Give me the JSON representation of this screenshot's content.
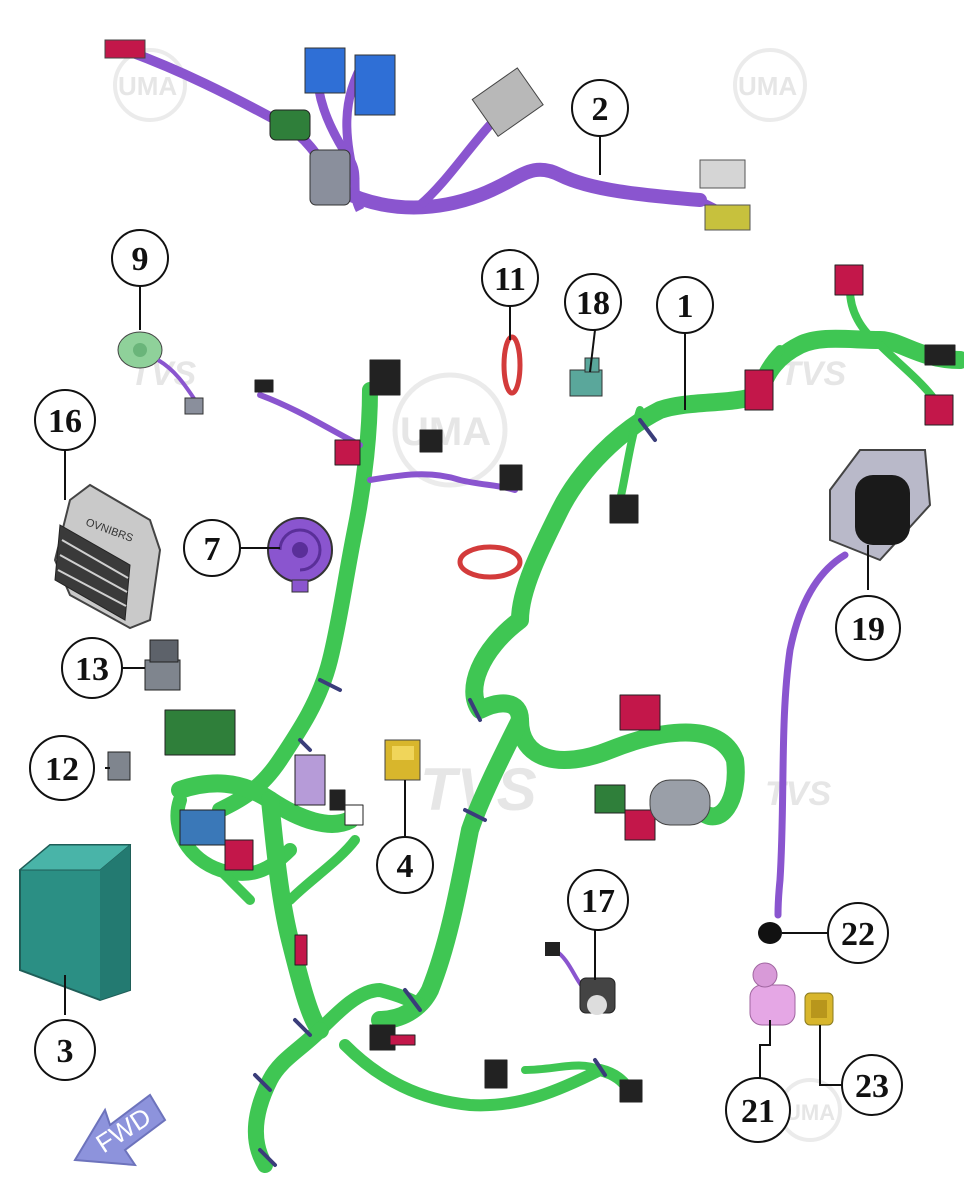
{
  "diagram": {
    "callouts": [
      {
        "id": "c1",
        "label": "1"
      },
      {
        "id": "c2",
        "label": "2"
      },
      {
        "id": "c3",
        "label": "3"
      },
      {
        "id": "c4",
        "label": "4"
      },
      {
        "id": "c7",
        "label": "7"
      },
      {
        "id": "c9",
        "label": "9"
      },
      {
        "id": "c11",
        "label": "11"
      },
      {
        "id": "c12",
        "label": "12"
      },
      {
        "id": "c13",
        "label": "13"
      },
      {
        "id": "c16",
        "label": "16"
      },
      {
        "id": "c17",
        "label": "17"
      },
      {
        "id": "c18",
        "label": "18"
      },
      {
        "id": "c19",
        "label": "19"
      },
      {
        "id": "c21",
        "label": "21"
      },
      {
        "id": "c22",
        "label": "22"
      },
      {
        "id": "c23",
        "label": "23"
      }
    ],
    "direction_label": "FWD",
    "ecu_marking": "OVNIBRS",
    "watermarks": [
      "UMA",
      "TVS"
    ]
  },
  "colors": {
    "main_harness": "#3fc653",
    "sub_harness": "#8a55cf",
    "battery": "#2b8f84",
    "ecu_body": "#c9c9c9",
    "coil": "#1a1a1a",
    "relay_yellow": "#d8b62c",
    "fwd_arrow": "#8d93dc",
    "connector_red": "#c3174a"
  }
}
